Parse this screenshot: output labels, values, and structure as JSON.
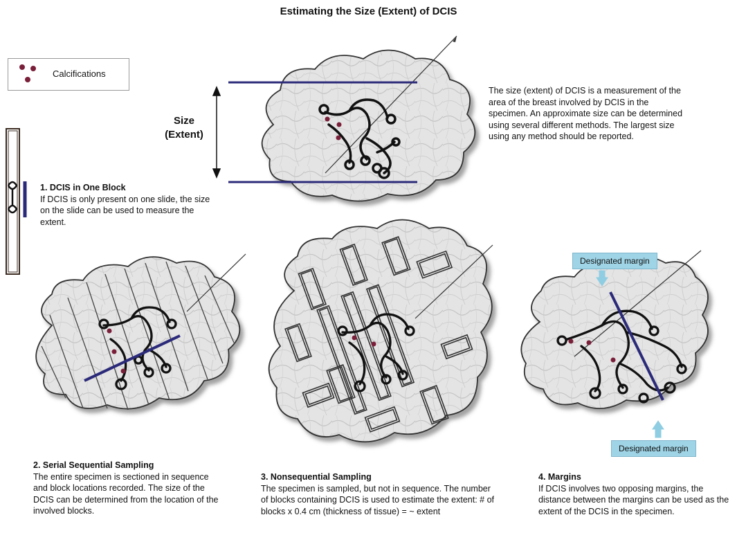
{
  "title": "Estimating the Size (Extent) of DCIS",
  "legend": {
    "label": "Calcifications"
  },
  "size_label": {
    "line1": "Size",
    "line2": "(Extent)"
  },
  "intro": "The size (extent) of DCIS is a measurement of the area of the breast involved by DCIS in the specimen. An approximate size can be determined using several different methods. The largest size using any method should be reported.",
  "method1": {
    "heading": "1. DCIS in One Block",
    "body": "If DCIS is only present on one slide, the size on the slide can be used to measure the extent."
  },
  "method2": {
    "heading": "2. Serial Sequential Sampling",
    "body": "The entire specimen is sectioned in sequence and block locations recorded.  The size of the DCIS can be determined from the location of the involved blocks."
  },
  "method3": {
    "heading": "3. Nonsequential Sampling",
    "body": "The specimen is sampled, but not in sequence. The number of blocks containing DCIS is used to estimate the extent: # of blocks x 0.4 cm (thickness of tissue) = ~ extent"
  },
  "method4": {
    "heading": "4. Margins",
    "body": "If DCIS involves two opposing margins, the distance between the margins can be used as the extent of the DCIS in the specimen.",
    "margin_top_label": "Designated margin",
    "margin_bottom_label": "Designated margin"
  },
  "colors": {
    "measure_line": "#2b2a7a",
    "calcification": "#7a1f3a",
    "tissue": "#e6e6e6",
    "margin_tag": "#9fd4e6"
  }
}
